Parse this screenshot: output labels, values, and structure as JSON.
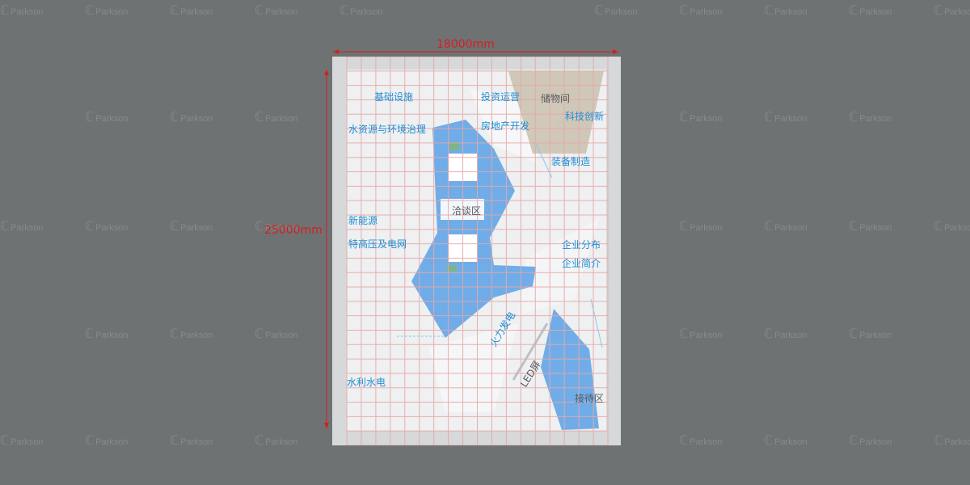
{
  "watermark": {
    "brand": "Parkson"
  },
  "dimensions": {
    "width": "18000mm",
    "height": "25000mm"
  },
  "booth_labels": {
    "infrastructure": "基础设施",
    "investment": "投资运营",
    "storage": "储物间",
    "tech_innovation": "科技创新",
    "water_env": "水资源与环境治理",
    "real_estate": "房地产开发",
    "equipment": "装备制造",
    "negotiation": "洽谈区",
    "new_energy": "新能源",
    "uhv_grid": "特高压及电网",
    "enterprise_distribution": "企业分布",
    "enterprise_intro": "企业简介",
    "thermal_power": "火力发电",
    "led_screen": "LED屏",
    "hydropower": "水利水电",
    "reception": "接待区"
  },
  "colors": {
    "background": "#6f7273",
    "floor": "#eef0f1",
    "blue_zone": "#5fa3e6",
    "grid": "#e8a7a7",
    "dimension": "#d61e1e",
    "label_blue": "#1f8fd6",
    "label_grey": "#555a5e",
    "storage_fill": "#c9bfae"
  }
}
